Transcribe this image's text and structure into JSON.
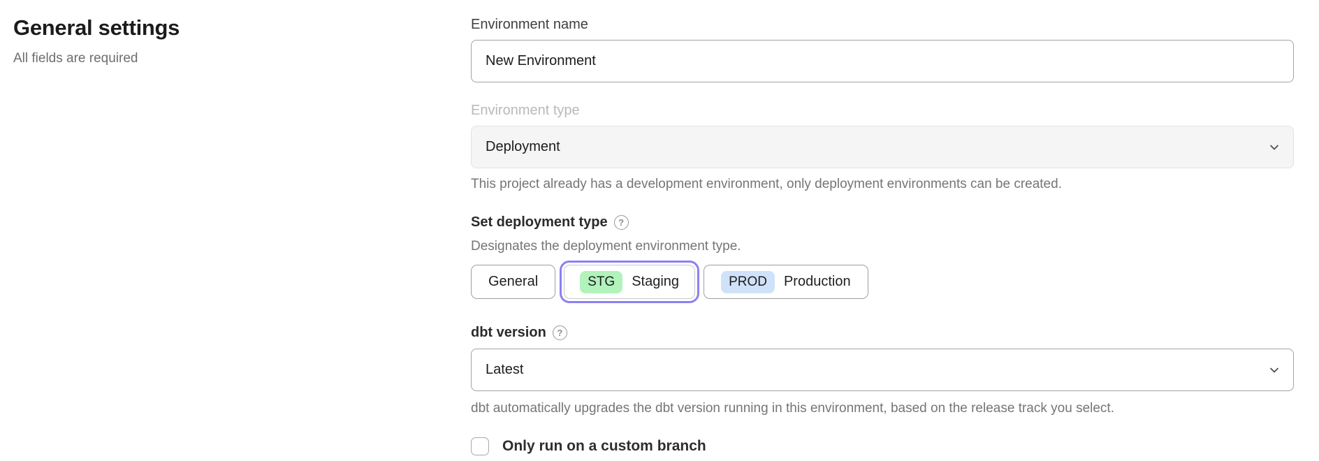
{
  "page": {
    "heading": "General settings",
    "subheading": "All fields are required"
  },
  "form": {
    "environment_name": {
      "label": "Environment name",
      "value": "New Environment"
    },
    "environment_type": {
      "label": "Environment type",
      "value": "Deployment",
      "disabled": true,
      "help_text": "This project already has a development environment, only deployment environments can be created."
    },
    "deployment_type": {
      "label": "Set deployment type",
      "description": "Designates the deployment environment type.",
      "selected_ring_color": "#8b80f2",
      "options": [
        {
          "label": "General",
          "badge": "",
          "badge_color": "",
          "selected": false
        },
        {
          "label": "Staging",
          "badge": "STG",
          "badge_color": "#b2f2bb",
          "selected": true
        },
        {
          "label": "Production",
          "badge": "PROD",
          "badge_color": "#d0e2f9",
          "selected": false
        }
      ]
    },
    "dbt_version": {
      "label": "dbt version",
      "value": "Latest",
      "help_text": "dbt automatically upgrades the dbt version running in this environment, based on the release track you select."
    },
    "custom_branch": {
      "label": "Only run on a custom branch",
      "checked": false
    }
  },
  "icons": {
    "help_glyph": "?"
  }
}
